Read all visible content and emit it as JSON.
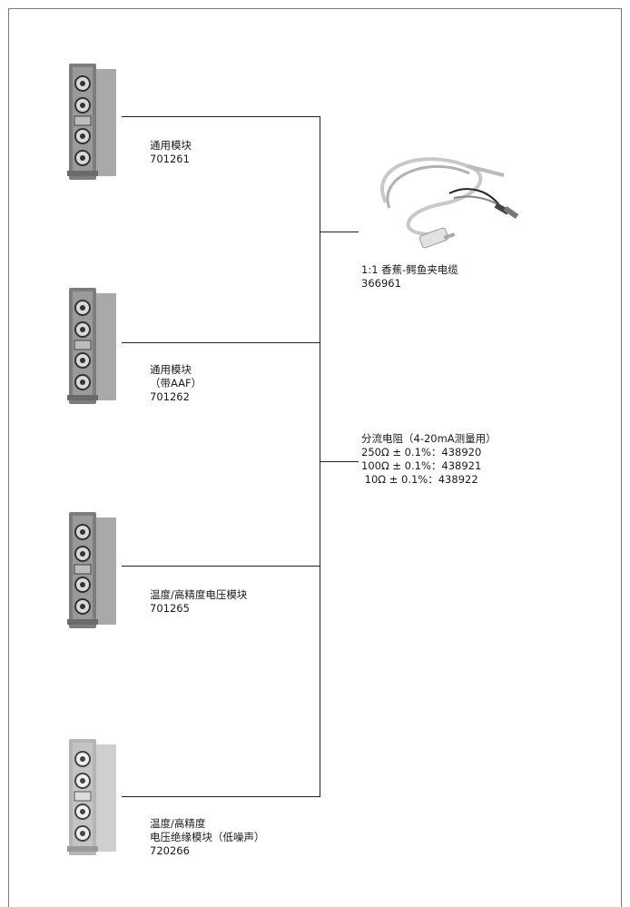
{
  "modules": [
    {
      "name_lines": [
        "通用模块"
      ],
      "part_no": "701261",
      "color": "#8e8e8e"
    },
    {
      "name_lines": [
        "通用模块",
        "（带AAF）"
      ],
      "part_no": "701262",
      "color": "#8e8e8e"
    },
    {
      "name_lines": [
        "温度/高精度电压模块"
      ],
      "part_no": "701265",
      "color": "#8e8e8e"
    },
    {
      "name_lines": [
        "温度/高精度",
        "电压绝缘模块（低噪声）"
      ],
      "part_no": "720266",
      "color": "#c4c4c4"
    }
  ],
  "accessories": {
    "cable": {
      "label": "1:1 香蕉-鳄鱼夹电缆",
      "part_no": "366961"
    },
    "shunt": {
      "title": "分流电阻（4-20mA测量用）",
      "items": [
        "250Ω ± 0.1%：438920",
        "100Ω ± 0.1%：438921",
        " 10Ω ± 0.1%：438922"
      ]
    }
  }
}
